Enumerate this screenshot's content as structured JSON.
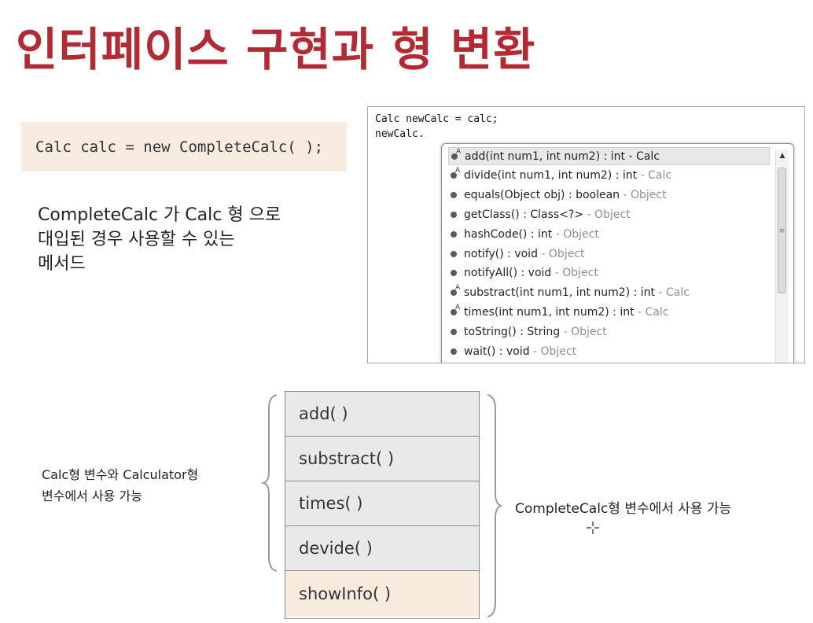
{
  "title": "인터페이스 구현과 형 변환",
  "code_line": "Calc calc = new CompleteCalc( );",
  "description": [
    "CompleteCalc 가 Calc 형 으로",
    "대입된 경우 사용할 수 있는",
    "메서드"
  ],
  "ide": {
    "line1": "Calc newCalc = calc;",
    "line2": "newCalc.",
    "items": [
      {
        "icon": "abstract-method-icon",
        "signature": "add(int num1, int num2) : int",
        "owner": "Calc",
        "selected": true
      },
      {
        "icon": "abstract-method-icon",
        "signature": "divide(int num1, int num2) : int",
        "owner": "Calc"
      },
      {
        "icon": "method-icon",
        "signature": "equals(Object obj) : boolean",
        "owner": "Object"
      },
      {
        "icon": "method-icon",
        "signature": "getClass() : Class<?>",
        "owner": "Object"
      },
      {
        "icon": "method-icon",
        "signature": "hashCode() : int",
        "owner": "Object"
      },
      {
        "icon": "method-icon",
        "signature": "notify() : void",
        "owner": "Object"
      },
      {
        "icon": "method-icon",
        "signature": "notifyAll() : void",
        "owner": "Object"
      },
      {
        "icon": "abstract-method-icon",
        "signature": "substract(int num1, int num2) : int",
        "owner": "Calc"
      },
      {
        "icon": "abstract-method-icon",
        "signature": "times(int num1, int num2) : int",
        "owner": "Calc"
      },
      {
        "icon": "method-icon",
        "signature": "toString() : String",
        "owner": "Object"
      },
      {
        "icon": "method-icon",
        "signature": "wait() : void",
        "owner": "Object"
      }
    ]
  },
  "methods": [
    "add( )",
    "substract( )",
    "times( )",
    "devide( )",
    "showInfo( )"
  ],
  "left_label": [
    "Calc형 변수와 Calculator형",
    "변수에서 사용 가능"
  ],
  "right_label": "CompleteCalc형 변수에서 사용 가능",
  "colors": {
    "title": "#b22a34",
    "code_bg": "#f7ecdf",
    "cell_bg": "#e8e9eb",
    "last_cell_bg": "#f7ebde"
  }
}
